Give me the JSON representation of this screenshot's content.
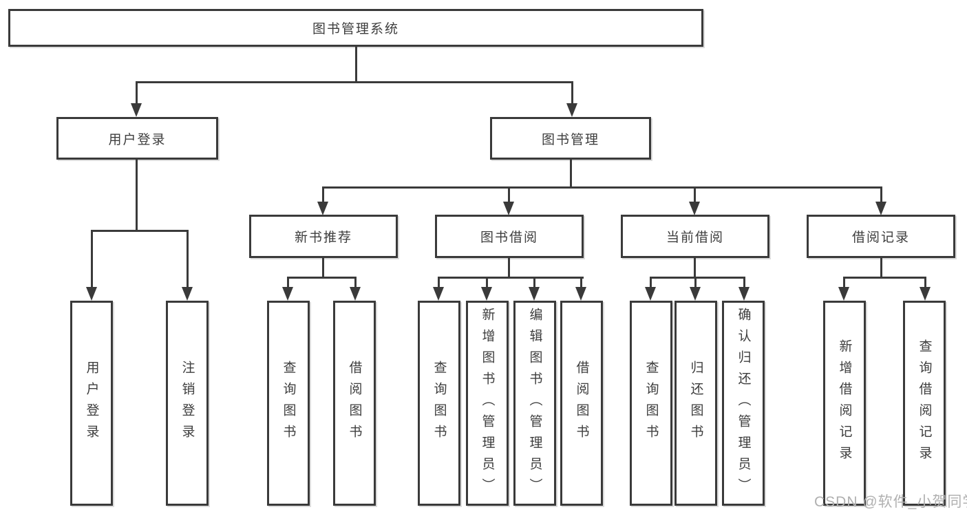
{
  "tree": {
    "root": {
      "label": "图书管理系统"
    },
    "level2": [
      {
        "label": "用户登录"
      },
      {
        "label": "图书管理"
      }
    ],
    "level3": [
      {
        "label": "新书推荐"
      },
      {
        "label": "图书借阅"
      },
      {
        "label": "当前借阅"
      },
      {
        "label": "借阅记录"
      }
    ],
    "leaves": {
      "login": [
        {
          "label": "用户登录"
        },
        {
          "label": "注销登录"
        }
      ],
      "newbook": [
        {
          "label": "查询图书"
        },
        {
          "label": "借阅图书"
        }
      ],
      "borrow": [
        {
          "label": "查询图书"
        },
        {
          "label": "新增图书（管理员）"
        },
        {
          "label": "编辑图书（管理员）"
        },
        {
          "label": "借阅图书"
        }
      ],
      "current": [
        {
          "label": "查询图书"
        },
        {
          "label": "归还图书"
        },
        {
          "label": "确认归还（管理员）"
        }
      ],
      "records": [
        {
          "label": "新增借阅记录"
        },
        {
          "label": "查询借阅记录"
        }
      ]
    }
  },
  "watermark": {
    "text": "CSDN @软件_小贺同学",
    "color": "#b0b0b0"
  },
  "colors": {
    "line": "#3a3a3a",
    "text": "#3d3d3d",
    "background": "#ffffff"
  }
}
